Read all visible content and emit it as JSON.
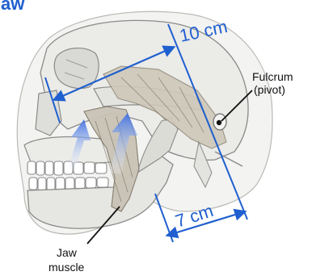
{
  "title_fragment": "aw",
  "dimensions": {
    "top_distance": "10 cm",
    "bottom_distance": "7 cm"
  },
  "labels": {
    "fulcrum_line1": "Fulcrum",
    "fulcrum_line2": "(pivot)",
    "jaw_line1": "Jaw",
    "jaw_line2": "muscle"
  },
  "colors": {
    "dimension_blue": "#1f5fcf",
    "arrow_blue": "#3d6fe0",
    "skull_fill": "#efefed",
    "skull_outline": "#8a8a8a",
    "muscle_tan": "#c9c3b6",
    "text_black": "#111111"
  }
}
